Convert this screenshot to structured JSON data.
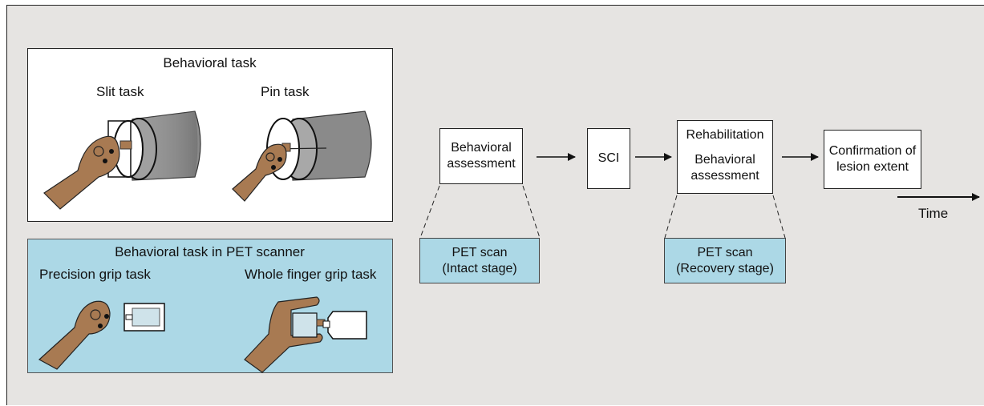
{
  "top_panel": {
    "title": "Behavioral task",
    "left_label": "Slit task",
    "right_label": "Pin task"
  },
  "bottom_panel": {
    "title": "Behavioral task in PET scanner",
    "left_label": "Precision grip task",
    "right_label": "Whole finger grip task"
  },
  "flow": {
    "step1": [
      "Behavioral",
      "assessment"
    ],
    "step2": "SCI",
    "step3_top": "Rehabilitation",
    "step3_bottom": [
      "Behavioral",
      "assessment"
    ],
    "step4": [
      "Confirmation of",
      "lesion extent"
    ],
    "pet1": [
      "PET scan",
      "(Intact stage)"
    ],
    "pet2": [
      "PET scan",
      "(Recovery stage)"
    ],
    "time_label": "Time"
  },
  "colors": {
    "background": "#e6e4e2",
    "pet_fill": "#acd8e6",
    "skin": "#a87a52",
    "cylinder": "#8a8a8a"
  }
}
